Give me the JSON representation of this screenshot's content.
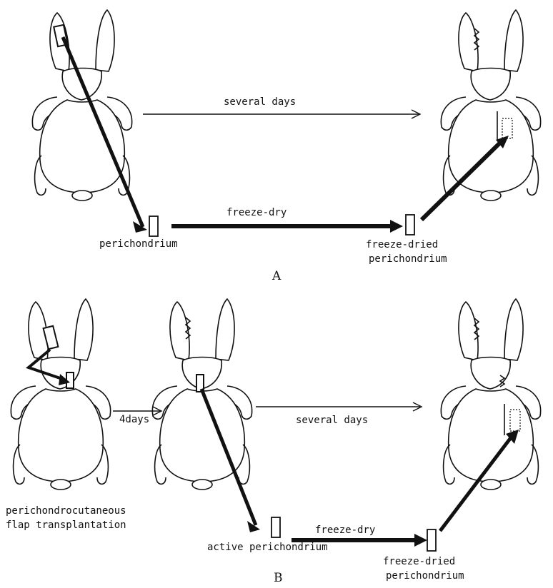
{
  "panels": [
    {
      "letter": "A",
      "labels": {
        "timeline": "several days",
        "process": "freeze-dry",
        "source": "perichondrium",
        "product_line1": "freeze-dried",
        "product_line2": "perichondrium"
      }
    },
    {
      "letter": "B",
      "labels": {
        "step1_line1": "perichondrocutaneous",
        "step1_line2": "flap transplantation",
        "interval": "4days",
        "timeline": "several days",
        "process": "freeze-dry",
        "source": "active perichondrium",
        "product_line1": "freeze-dried",
        "product_line2": "perichondrium"
      }
    }
  ],
  "colors": {
    "ink": "#111111",
    "background": "#ffffff"
  },
  "icons": [
    "rabbit-icon",
    "graft-rectangle-icon",
    "suture-zigzag-icon",
    "arrow-icon"
  ]
}
